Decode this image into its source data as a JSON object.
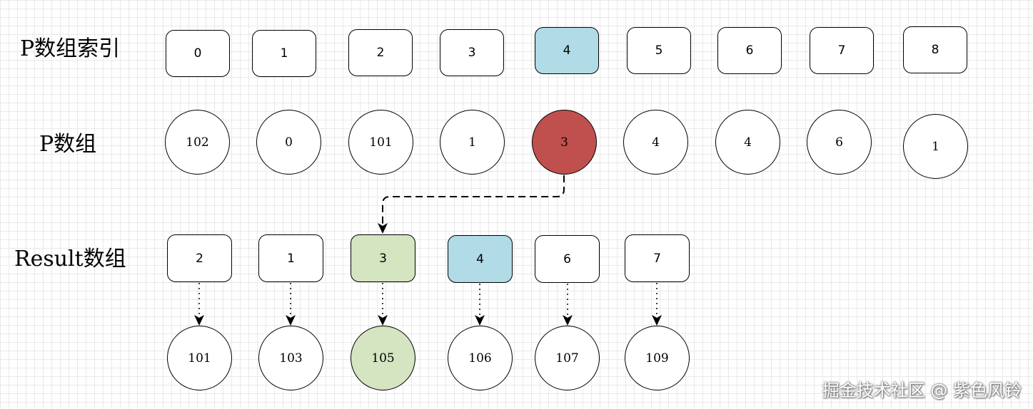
{
  "labels": {
    "p_index": "P数组索引",
    "p_array": "P数组",
    "result_array": "Result数组"
  },
  "p_index": [
    "0",
    "1",
    "2",
    "3",
    "4",
    "5",
    "6",
    "7",
    "8"
  ],
  "p_values": [
    "102",
    "0",
    "101",
    "1",
    "3",
    "4",
    "4",
    "6",
    "1"
  ],
  "result_index": [
    "2",
    "1",
    "3",
    "4",
    "6",
    "7"
  ],
  "result_values": [
    "101",
    "103",
    "105",
    "106",
    "107",
    "109"
  ],
  "highlights": {
    "p_index_selected": 4,
    "p_value_selected": 4,
    "result_index_green": 2,
    "result_index_blue": 3,
    "result_value_green": 2
  },
  "colors": {
    "blue": "#b1dbe6",
    "red": "#c0504d",
    "green": "#d5e4c1"
  },
  "watermark": "掘金技术社区 @ 紫色风铃"
}
